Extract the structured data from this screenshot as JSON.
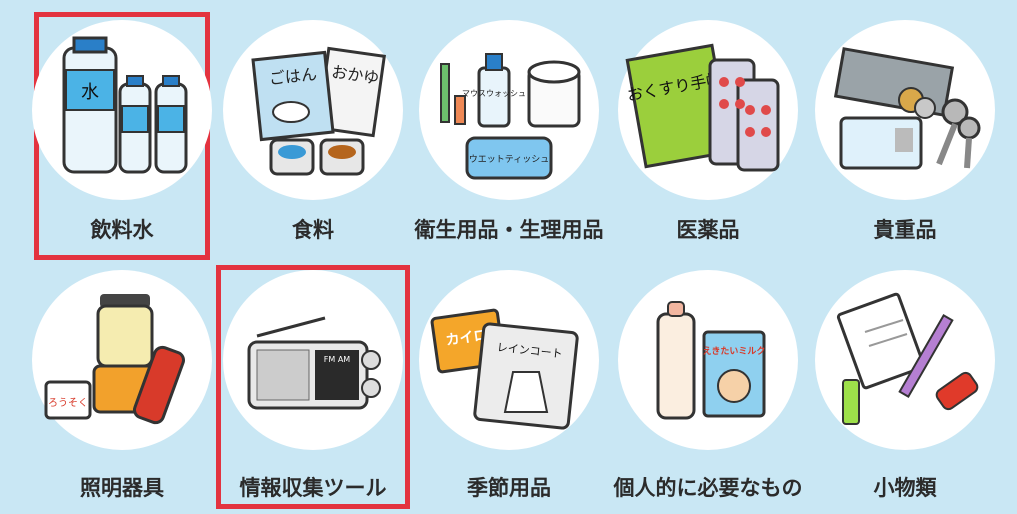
{
  "items": [
    {
      "label": "飲料水",
      "icon": "water-bottles-icon",
      "bottle_text": "水"
    },
    {
      "label": "食料",
      "icon": "food-icon",
      "pack1": "ごはん",
      "pack2": "おかゆ"
    },
    {
      "label": "衛生用品・生理用品",
      "icon": "hygiene-icon",
      "mouthwash": "マウスウォッシュ",
      "tissue": "ウエットティッシュ"
    },
    {
      "label": "医薬品",
      "icon": "medicine-icon",
      "book": "おくすり手帳"
    },
    {
      "label": "貴重品",
      "icon": "valuables-icon"
    },
    {
      "label": "照明器具",
      "icon": "lighting-icon",
      "candle": "ろうそく"
    },
    {
      "label": "情報収集ツール",
      "icon": "radio-icon",
      "radio": "FM AM"
    },
    {
      "label": "季節用品",
      "icon": "seasonal-icon",
      "kairo": "カイロ",
      "raincoat": "レインコート"
    },
    {
      "label": "個人的に必要なもの",
      "icon": "baby-items-icon",
      "milk": "えきたいミルク"
    },
    {
      "label": "小物類",
      "icon": "small-items-icon"
    }
  ],
  "colors": {
    "background": "#c9e7f4",
    "highlight": "#e3333f"
  },
  "highlighted": [
    "飲料水",
    "情報収集ツール"
  ]
}
